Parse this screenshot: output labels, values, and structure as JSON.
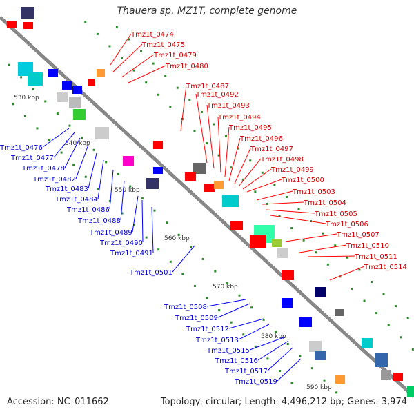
{
  "title": "Thauera sp. MZ1T, complete genome",
  "footer": {
    "accession": "Accession: NC_011662",
    "summary": "Topology: circular; Length: 4,496,212 bp; Genes: 3,974"
  },
  "colors": {
    "forward": "#ff0000",
    "reverse": "#0000ff",
    "backbone": "#888888",
    "tick_label": "#333333"
  },
  "kbp_marks": [
    "530 kbp",
    "540 kbp",
    "550 kbp",
    "560 kbp",
    "570 kbp",
    "580 kbp",
    "590 kbp"
  ],
  "forward_genes": [
    "Tmz1t_0474",
    "Tmz1t_0475",
    "Tmz1t_0479",
    "Tmz1t_0480",
    "Tmz1t_0487",
    "Tmz1t_0492",
    "Tmz1t_0493",
    "Tmz1t_0494",
    "Tmz1t_0495",
    "Tmz1t_0496",
    "Tmz1t_0497",
    "Tmz1t_0498",
    "Tmz1t_0499",
    "Tmz1t_0500",
    "Tmz1t_0503",
    "Tmz1t_0504",
    "Tmz1t_0505",
    "Tmz1t_0506",
    "Tmz1t_0507",
    "Tmz1t_0510",
    "Tmz1t_0511",
    "Tmz1t_0514"
  ],
  "reverse_genes": [
    "Tmz1t_0476",
    "Tmz1t_0477",
    "Tmz1t_0478",
    "Tmz1t_0482",
    "Tmz1t_0483",
    "Tmz1t_0484",
    "Tmz1t_0486",
    "Tmz1t_0488",
    "Tmz1t_0489",
    "Tmz1t_0490",
    "Tmz1t_0491",
    "Tmz1t_0501"
  ],
  "reverse_genes_lower": [
    "Tmz1t_0508",
    "Tmz1t_0509",
    "Tmz1t_0512",
    "Tmz1t_0513",
    "Tmz1t_0515",
    "Tmz1t_0516",
    "Tmz1t_0517",
    "Tmz1t_0519"
  ]
}
